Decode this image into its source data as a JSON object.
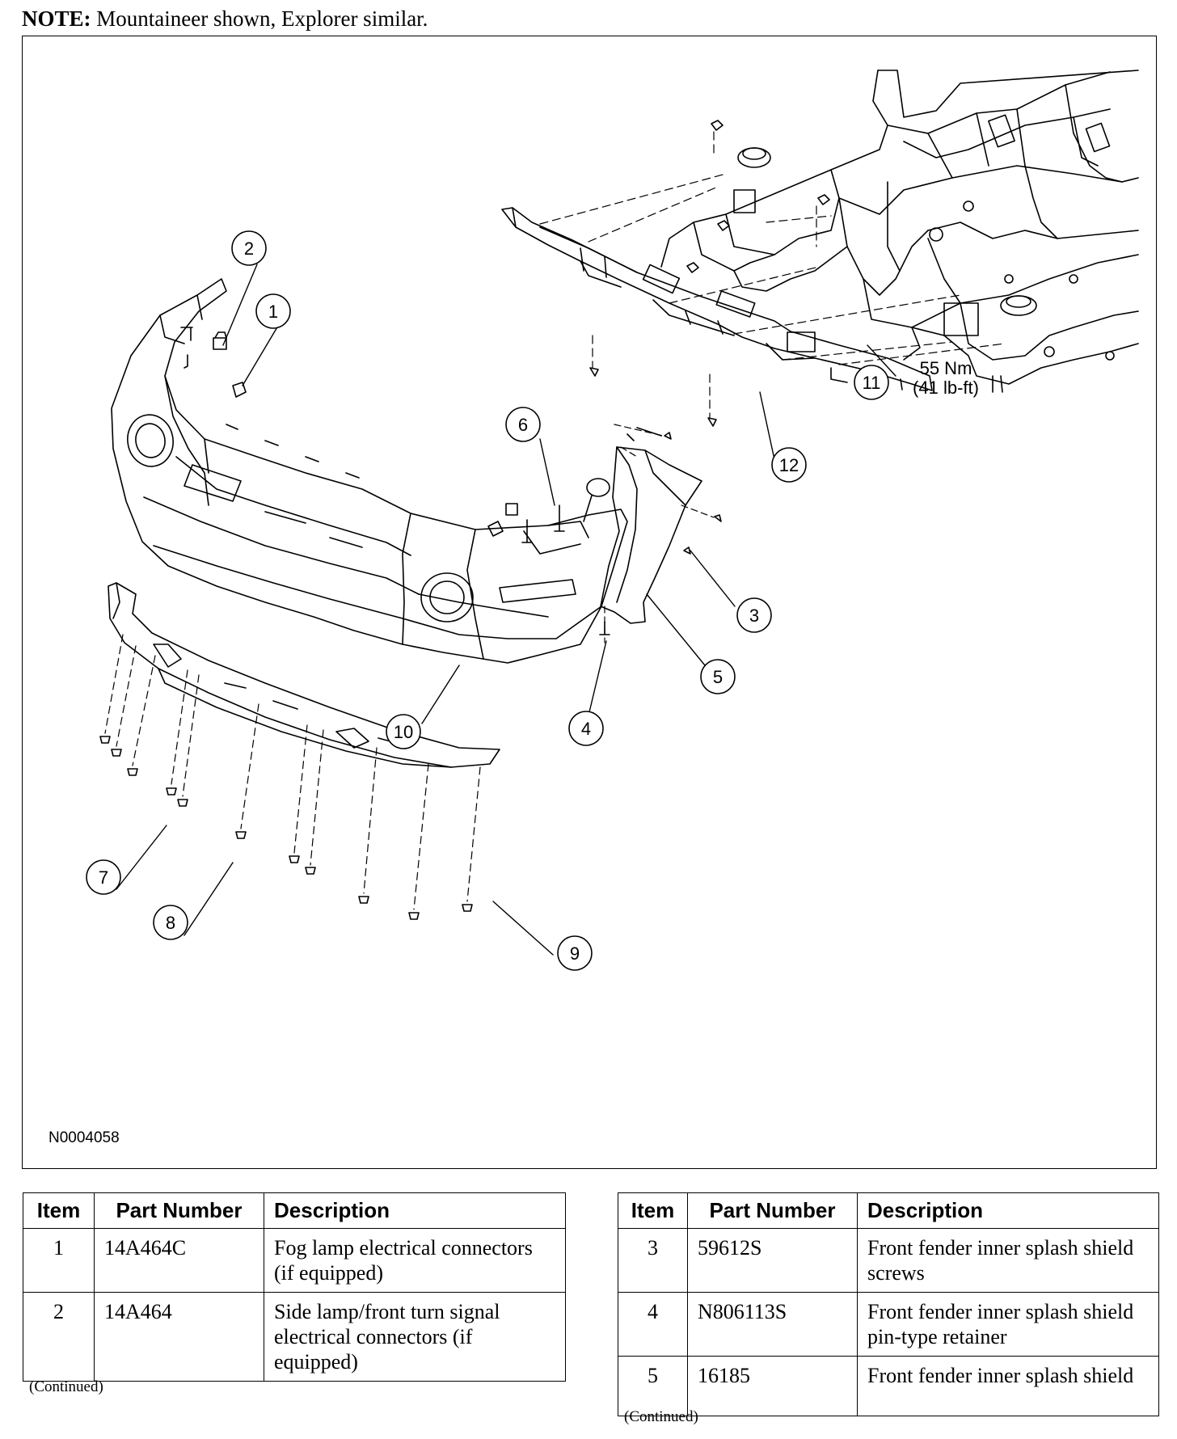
{
  "note": {
    "label": "NOTE:",
    "text": "Mountaineer shown, Explorer similar."
  },
  "figure": {
    "id": "N0004058",
    "callouts": [
      {
        "n": "1"
      },
      {
        "n": "2"
      },
      {
        "n": "3"
      },
      {
        "n": "4"
      },
      {
        "n": "5"
      },
      {
        "n": "6"
      },
      {
        "n": "7"
      },
      {
        "n": "8"
      },
      {
        "n": "9"
      },
      {
        "n": "10"
      },
      {
        "n": "11"
      },
      {
        "n": "12"
      }
    ],
    "torque": {
      "nm": "55 Nm",
      "lbft": "(41 lb-ft)"
    }
  },
  "tables": [
    {
      "headers": [
        "Item",
        "Part Number",
        "Description"
      ],
      "rows": [
        {
          "item": "1",
          "part": "14A464C",
          "desc": "Fog lamp electrical connectors (if equipped)"
        },
        {
          "item": "2",
          "part": "14A464",
          "desc": "Side lamp/front turn signal electrical connectors (if equipped)"
        }
      ],
      "continued": "(Continued)"
    },
    {
      "headers": [
        "Item",
        "Part Number",
        "Description"
      ],
      "rows": [
        {
          "item": "3",
          "part": "59612S",
          "desc": "Front fender inner splash shield screws"
        },
        {
          "item": "4",
          "part": "N806113S",
          "desc": "Front fender inner splash shield pin-type retainer"
        },
        {
          "item": "5",
          "part": "16185",
          "desc": "Front fender inner splash shield"
        }
      ],
      "continued": "(Continued)"
    }
  ]
}
